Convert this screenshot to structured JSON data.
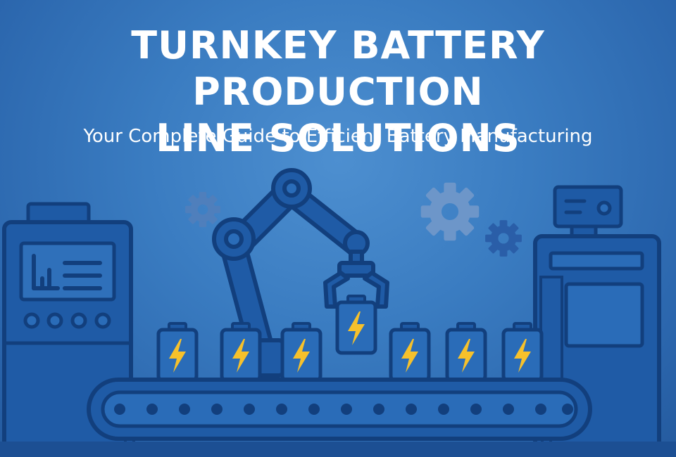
{
  "banner": {
    "title_line1": "TURNKEY BATTERY PRODUCTION",
    "title_line2": "LINE SOLUTIONS",
    "subtitle": "Your Complete Guide to Efficient Battery Manufacturing"
  },
  "icons": {
    "battery": "lightning-bolt-battery",
    "gear": "gear",
    "robot": "robotic-arm",
    "conveyor": "conveyor-belt",
    "chart": "bar-chart"
  },
  "colors": {
    "background": "#3a7cc1",
    "machine": "#1e5aa5",
    "outline": "#123f7d",
    "bolt": "#f6c12b",
    "text": "#ffffff"
  }
}
